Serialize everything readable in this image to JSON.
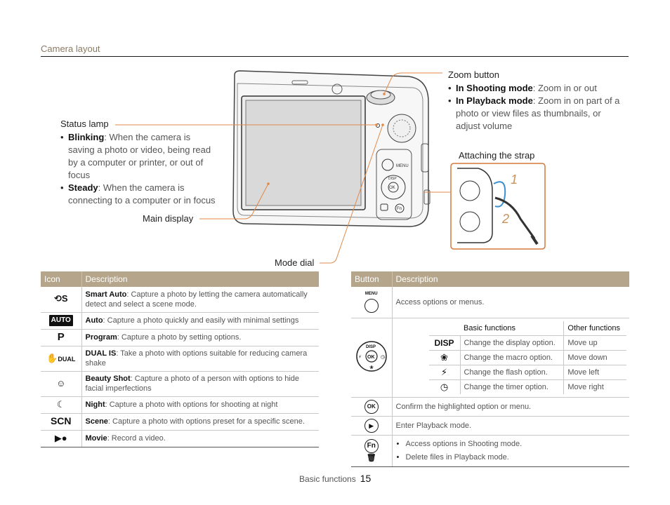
{
  "section_title": "Camera layout",
  "callouts": {
    "status_lamp": {
      "title": "Status lamp",
      "items": [
        {
          "term": "Blinking",
          "text": ": When the camera is saving a photo or video, being read by a computer or printer, or out of focus"
        },
        {
          "term": "Steady",
          "text": ": When the camera is connecting to a computer or in focus"
        }
      ]
    },
    "zoom": {
      "title": "Zoom button",
      "items": [
        {
          "term": "In Shooting mode",
          "text": ": Zoom in or out"
        },
        {
          "term": "In Playback mode",
          "text": ": Zoom in on part of a photo or view files as thumbnails, or adjust volume"
        }
      ]
    },
    "main_display": "Main display",
    "mode_dial": "Mode dial",
    "strap": {
      "title": "Attaching the strap",
      "step1": "1",
      "step2": "2"
    }
  },
  "camera_labels": {
    "menu": "MENU",
    "disp": "DISP",
    "ok": "OK",
    "fn": "Fn"
  },
  "left_table": {
    "headers": [
      "Icon",
      "Description"
    ],
    "rows": [
      {
        "icon": "smart-auto",
        "icon_text": "S",
        "term": "Smart Auto",
        "text": ": Capture a photo by letting the camera automatically detect and select a scene mode."
      },
      {
        "icon": "auto",
        "icon_text": "AUTO",
        "term": "Auto",
        "text": ": Capture a photo quickly and easily with minimal settings"
      },
      {
        "icon": "program",
        "icon_text": "P",
        "term": "Program",
        "text": ": Capture a photo by setting options."
      },
      {
        "icon": "dual-is",
        "icon_text": "DUAL",
        "term": "DUAL IS",
        "text": ": Take a photo with options suitable for reducing camera shake"
      },
      {
        "icon": "beauty",
        "icon_text": "",
        "term": "Beauty Shot",
        "text": ": Capture a photo of a person with options to hide facial imperfections"
      },
      {
        "icon": "night",
        "icon_text": "",
        "term": "Night",
        "text": ": Capture a photo with options for shooting at night"
      },
      {
        "icon": "scene",
        "icon_text": "SCN",
        "term": "Scene",
        "text": ": Capture a photo with options preset for a specific scene."
      },
      {
        "icon": "movie",
        "icon_text": "",
        "term": "Movie",
        "text": ": Record a video."
      }
    ]
  },
  "right_table": {
    "headers": [
      "Button",
      "Description"
    ],
    "menu_desc": "Access options or menus.",
    "nav": {
      "headers": [
        "Basic functions",
        "Other functions"
      ],
      "rows": [
        {
          "key": "DISP",
          "basic": "Change the display option.",
          "other": "Move up"
        },
        {
          "key": "macro",
          "basic": "Change the macro option.",
          "other": "Move down"
        },
        {
          "key": "flash",
          "basic": "Change the flash option.",
          "other": "Move left"
        },
        {
          "key": "timer",
          "basic": "Change the timer option.",
          "other": "Move right"
        }
      ]
    },
    "ok_desc": "Confirm the highlighted option or menu.",
    "playback_desc": "Enter Playback mode.",
    "fn_items": [
      "Access options in Shooting mode.",
      "Delete files in Playback mode."
    ]
  },
  "footer": {
    "section": "Basic functions",
    "page": "15"
  }
}
